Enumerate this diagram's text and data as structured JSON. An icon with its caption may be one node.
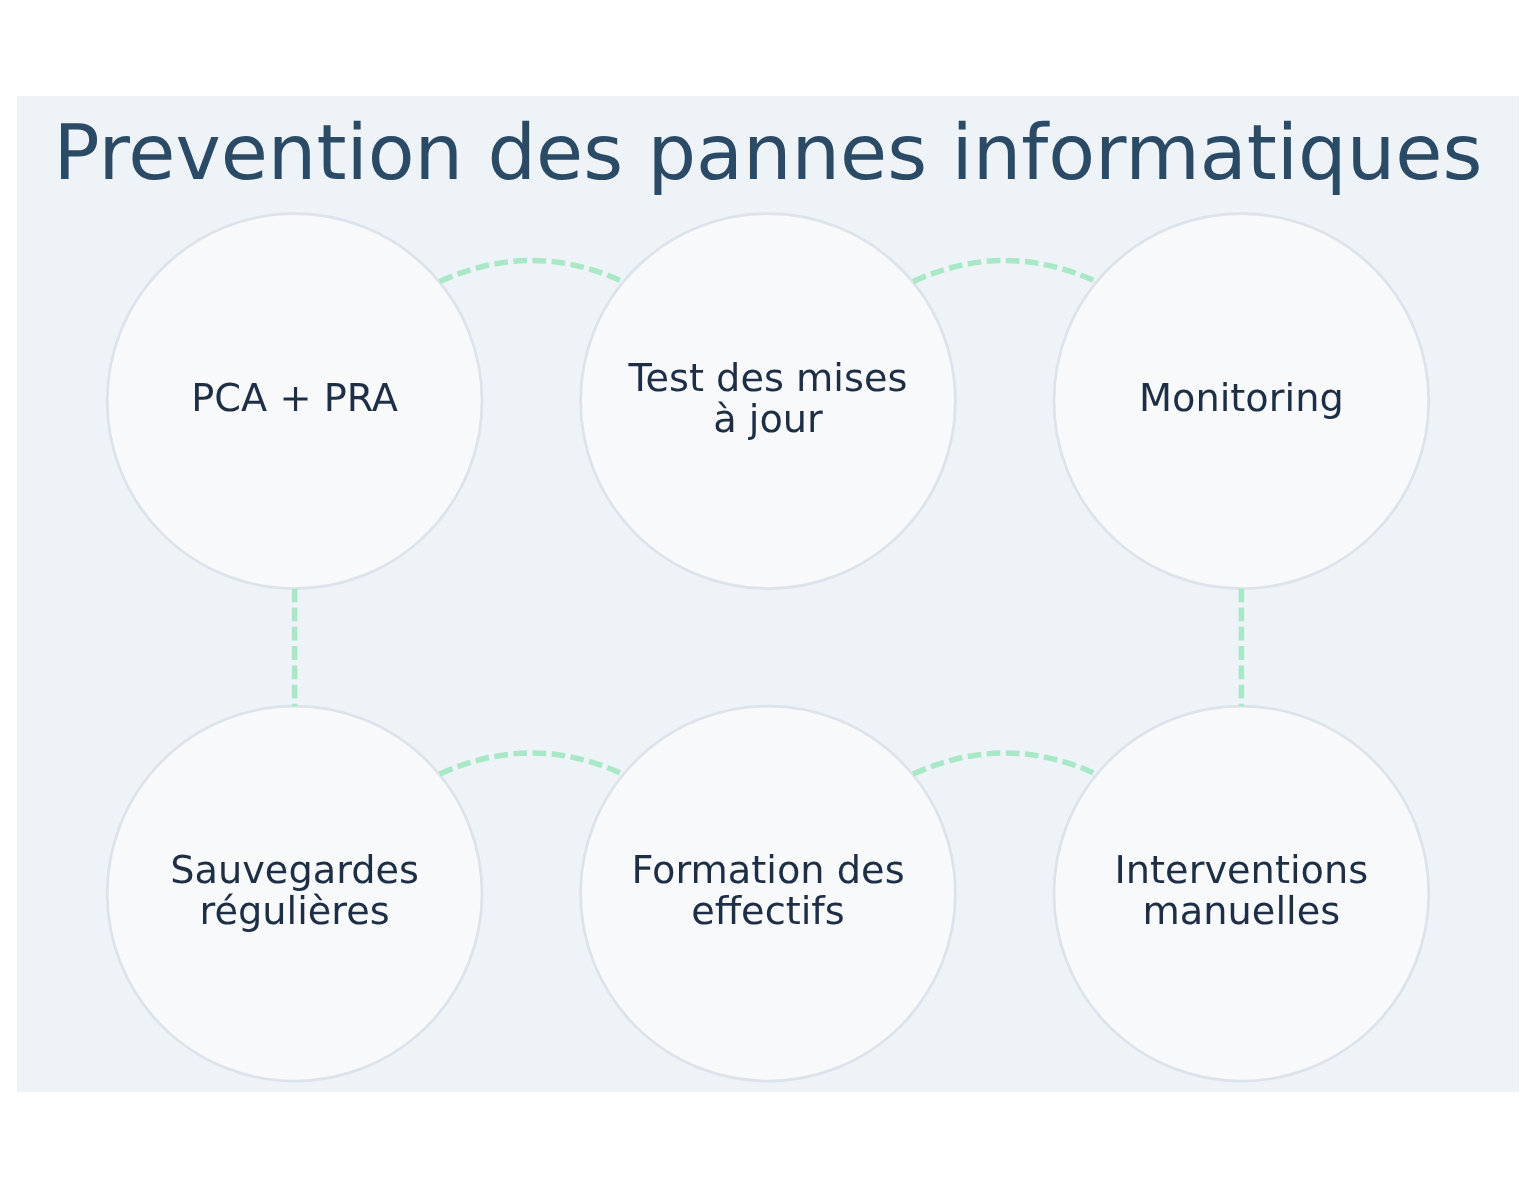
{
  "diagram": {
    "title": "Prevention des pannes informatiques",
    "nodes": [
      {
        "text": [
          "PCA + PRA"
        ]
      },
      {
        "text": [
          "Test des mises à jour"
        ]
      },
      {
        "text": [
          "Monitoring"
        ]
      },
      {
        "text": [
          "Sauvegardes régulières"
        ]
      },
      {
        "text": [
          "Formation des effectifs"
        ]
      },
      {
        "text": [
          "Interventions manuelles"
        ]
      }
    ],
    "edges": [
      {
        "from": 0,
        "to": 1,
        "arrow": "none",
        "style": "dashed"
      },
      {
        "from": 1,
        "to": 2,
        "arrow": "none",
        "style": "dashed"
      },
      {
        "from": 0,
        "to": 3,
        "arrow": "none",
        "style": "dashed"
      },
      {
        "from": 2,
        "to": 5,
        "arrow": "none",
        "style": "dashed"
      },
      {
        "from": 3,
        "to": 4,
        "arrow": "none",
        "style": "dashed"
      },
      {
        "from": 4,
        "to": 5,
        "arrow": "none",
        "style": "dashed"
      }
    ]
  }
}
